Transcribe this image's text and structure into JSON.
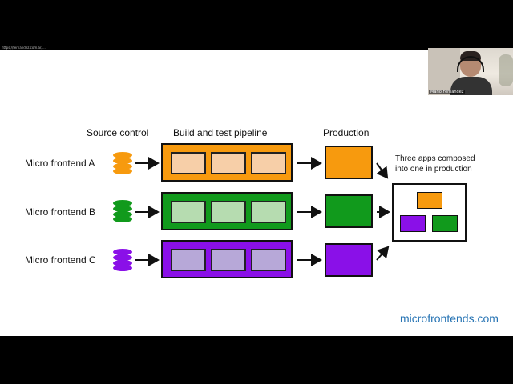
{
  "window": {
    "topbar_text": "https://fernandez.com.ar/..."
  },
  "webcam": {
    "name": "Mario Fernandez"
  },
  "headers": {
    "source_control": "Source control",
    "pipeline": "Build and test pipeline",
    "production": "Production"
  },
  "rows": [
    {
      "label": "Micro frontend A",
      "color": "#f79a0e",
      "stage_color": "#f7cfa8"
    },
    {
      "label": "Micro frontend B",
      "color": "#119a1c",
      "stage_color": "#b6dcb0"
    },
    {
      "label": "Micro frontend C",
      "color": "#8a10e8",
      "stage_color": "#b7a8d8"
    }
  ],
  "composition": {
    "caption_line1": "Three apps composed",
    "caption_line2": "into one in production"
  },
  "brand": "microfrontends.com"
}
